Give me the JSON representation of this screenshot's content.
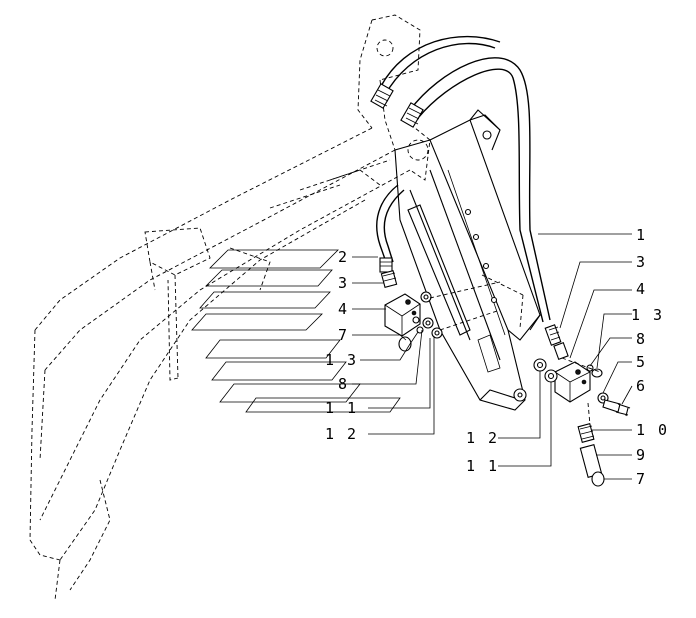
{
  "callouts": [
    {
      "id": "1",
      "text": "1"
    },
    {
      "id": "2",
      "text": "2"
    },
    {
      "id": "3a",
      "text": "3"
    },
    {
      "id": "3b",
      "text": "3"
    },
    {
      "id": "4a",
      "text": "4"
    },
    {
      "id": "4b",
      "text": "4"
    },
    {
      "id": "5",
      "text": "5"
    },
    {
      "id": "6",
      "text": "6"
    },
    {
      "id": "7a",
      "text": "7"
    },
    {
      "id": "7b",
      "text": "7"
    },
    {
      "id": "8a",
      "text": "8"
    },
    {
      "id": "8b",
      "text": "8"
    },
    {
      "id": "9",
      "text": "9"
    },
    {
      "id": "10",
      "text": "1 0"
    },
    {
      "id": "11a",
      "text": "1 1"
    },
    {
      "id": "11b",
      "text": "1 1"
    },
    {
      "id": "12a",
      "text": "1 2"
    },
    {
      "id": "12b",
      "text": "1 2"
    },
    {
      "id": "13a",
      "text": "1 3"
    },
    {
      "id": "13b",
      "text": "1 3"
    }
  ]
}
